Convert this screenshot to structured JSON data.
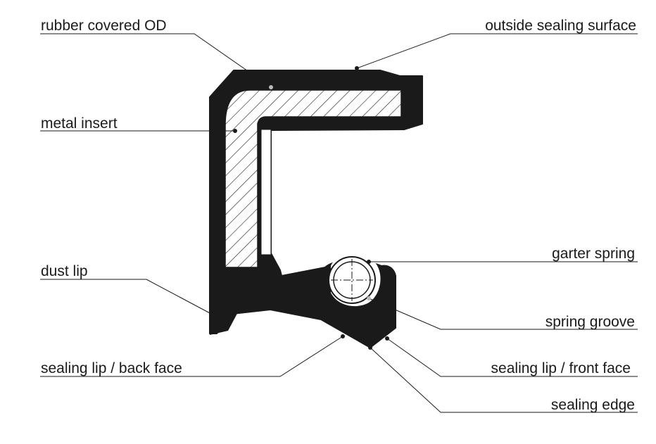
{
  "labels": {
    "rubber_covered_od": "rubber covered OD",
    "outside_sealing_surface": "outside sealing surface",
    "metal_insert": "metal insert",
    "garter_spring": "garter spring",
    "dust_lip": "dust lip",
    "spring_groove": "spring groove",
    "sealing_lip_back_face": "sealing lip / back face",
    "sealing_lip_front_face": "sealing lip / front face",
    "sealing_edge": "sealing edge"
  },
  "colors": {
    "rubber": "#1a1a1a",
    "metal_fill": "#ffffff",
    "hatch": "#1a1a1a",
    "leader": "#1a1a1a"
  }
}
